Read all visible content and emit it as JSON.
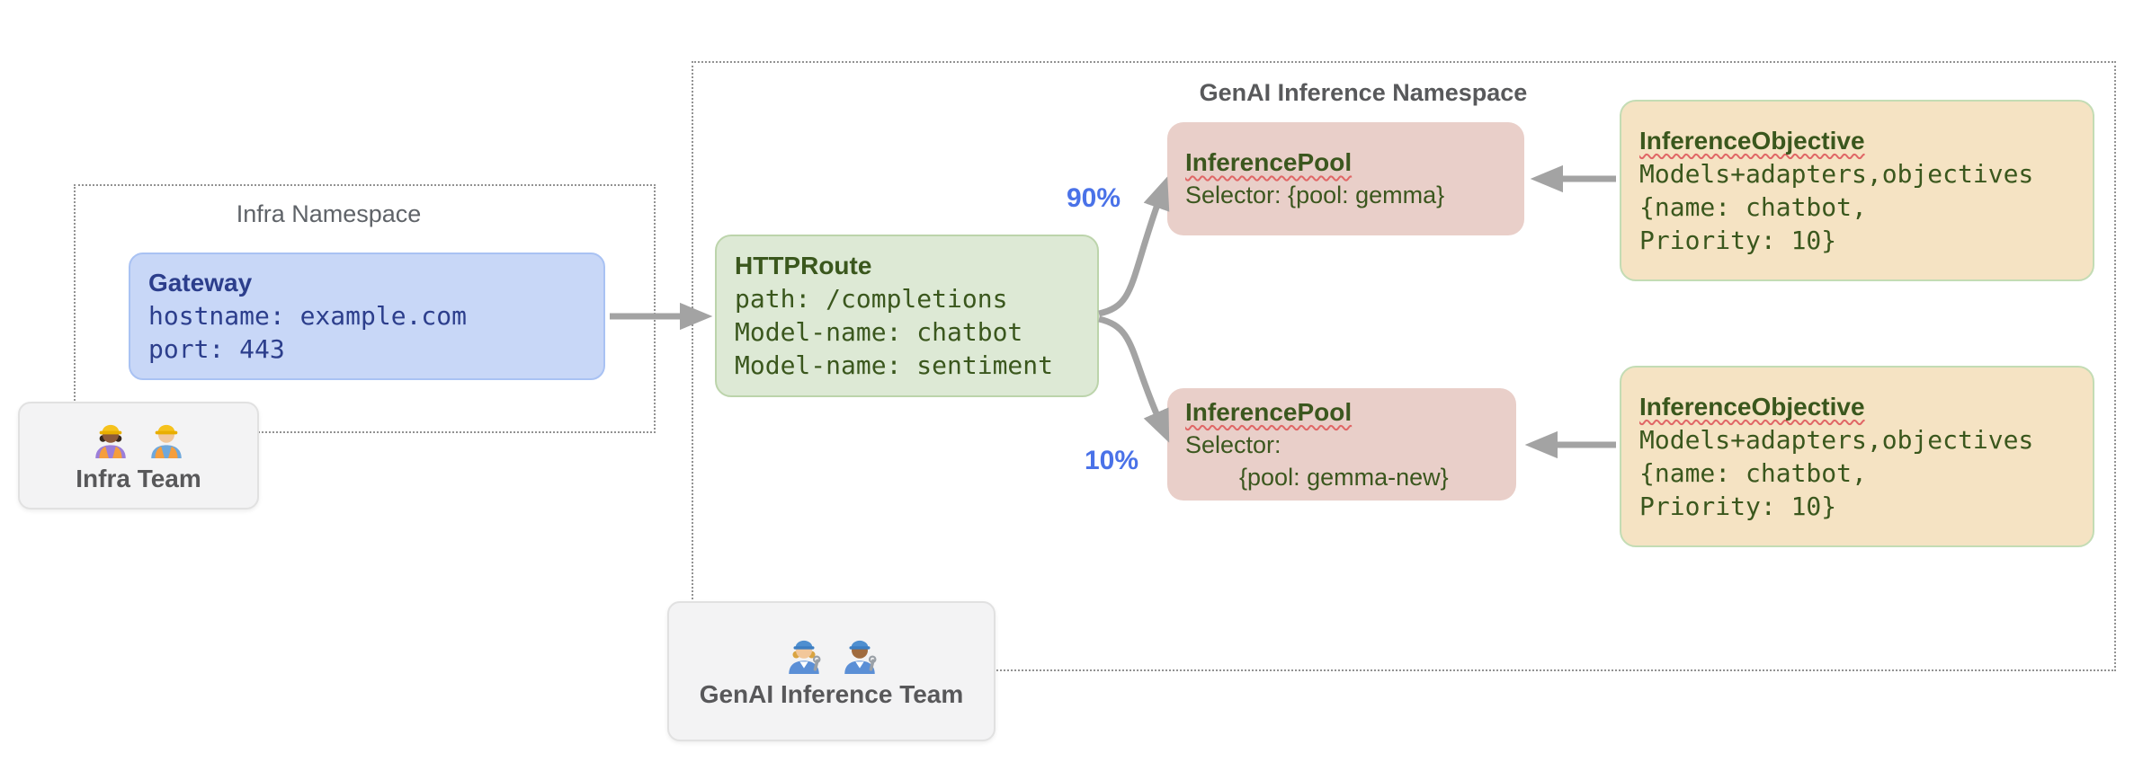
{
  "namespaces": {
    "infra": {
      "title": "Infra Namespace"
    },
    "genai": {
      "title": "GenAI Inference Namespace"
    }
  },
  "nodes": {
    "gateway": {
      "title": "Gateway",
      "lines": [
        "hostname: example.com",
        "port: 443"
      ]
    },
    "httproute": {
      "title": "HTTPRoute",
      "lines": [
        "path: /completions",
        "Model-name: chatbot",
        "Model-name: sentiment"
      ]
    },
    "inference_pool_top": {
      "title": "InferencePool",
      "lines": [
        "Selector: {pool: gemma}"
      ]
    },
    "inference_pool_bottom": {
      "title": "InferencePool",
      "lines": [
        "Selector:",
        "        {pool: gemma-new}"
      ]
    },
    "inference_objective_top": {
      "title": "InferenceObjective",
      "lines": [
        "Models+adapters,objectives",
        "{name: chatbot,",
        "Priority: 10}"
      ]
    },
    "inference_objective_bottom": {
      "title": "InferenceObjective",
      "lines": [
        "Models+adapters,objectives",
        "{name: chatbot,",
        "Priority: 10}"
      ]
    }
  },
  "edges": {
    "split_top": {
      "label": "90%"
    },
    "split_bottom": {
      "label": "10%"
    }
  },
  "teams": {
    "infra": {
      "label": "Infra Team",
      "icons": [
        "woman-construction-worker",
        "man-construction-worker"
      ]
    },
    "genai": {
      "label": "GenAI Inference Team",
      "icons": [
        "woman-mechanic",
        "man-mechanic"
      ]
    }
  },
  "colors": {
    "gateway_fill": "#c8d7f7",
    "gateway_border": "#a9c2f3",
    "gateway_text": "#2c3e8c",
    "httproute_fill": "#dde9d5",
    "httproute_border": "#bcd4ab",
    "pool_fill": "#e9cfc9",
    "objective_fill": "#f5e3c3",
    "objective_border": "#c3dcb4",
    "green_text": "#3a571d",
    "team_fill": "#f3f3f4",
    "team_text": "#58585a",
    "namespace_border": "#929292",
    "namespace_text": "#5f6368",
    "arrow": "#a3a3a3",
    "percent_text": "#4a72e8",
    "squiggle": "#e06666"
  }
}
